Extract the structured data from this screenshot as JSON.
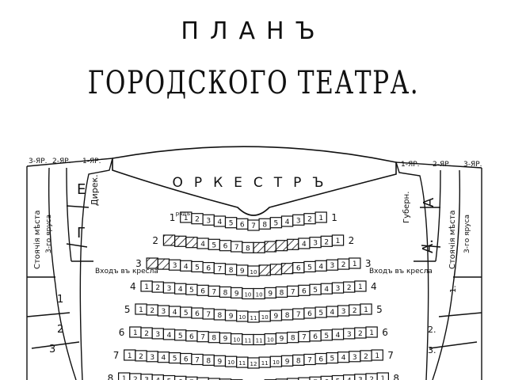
{
  "title": "ПЛАНЪ",
  "subtitle": "ГОРОДСКОГО ТЕАТРА.",
  "orchestra": "ОРКЕСТРЪ",
  "tiers_left": [
    "3-ЯР.",
    "2-ЯР.",
    "1-ЯР."
  ],
  "tiers_right": [
    "1-ЯР.",
    "2-ЯР.",
    "3-ЯР."
  ],
  "left_boxes": [
    "Е",
    "Г",
    "Дирек."
  ],
  "right_boxes": [
    "Губерн.",
    "А",
    "А."
  ],
  "standing_left": "Стоячiя мѣста",
  "standing_left_tier": "3-го яруса",
  "standing_right": "Стоячiя мѣста",
  "standing_right_tier": "3-го яруса",
  "entrance_left": "Входъ въ кресла",
  "entrance_right": "Входъ въ кресла",
  "right_side_labels": [
    "1.",
    "2.",
    "3."
  ],
  "left_side_labels": [
    "1",
    "2",
    "3"
  ],
  "row_word": "рядъ",
  "rows": [
    {
      "label": "1",
      "label_right": "1",
      "seats": [
        "1",
        "2",
        "3",
        "4",
        "5",
        "6",
        "7",
        "8",
        "5",
        "4",
        "3",
        "2",
        "1"
      ],
      "hatched": []
    },
    {
      "label": "2",
      "label_right": "2",
      "seats": [
        "1",
        "2",
        "3",
        "4",
        "5",
        "6",
        "7",
        "8",
        "8",
        "7",
        "6",
        "5",
        "4",
        "3",
        "2",
        "1"
      ],
      "hatched": [
        0,
        1,
        2,
        8,
        9,
        10,
        11
      ]
    },
    {
      "label": "3",
      "label_right": "3",
      "seats": [
        "1",
        "2",
        "3",
        "4",
        "5",
        "6",
        "7",
        "8",
        "9",
        "10",
        "9",
        "8",
        "7",
        "6",
        "5",
        "4",
        "3",
        "2",
        "1"
      ],
      "hatched": [
        0,
        1,
        10,
        11,
        12
      ]
    },
    {
      "label": "4",
      "label_right": "4",
      "seats": [
        "1",
        "2",
        "3",
        "4",
        "5",
        "6",
        "7",
        "8",
        "9",
        "10",
        "10",
        "9",
        "8",
        "7",
        "6",
        "5",
        "4",
        "3",
        "2",
        "1"
      ],
      "hatched": []
    },
    {
      "label": "5",
      "label_right": "5",
      "seats": [
        "1",
        "2",
        "3",
        "4",
        "5",
        "6",
        "7",
        "8",
        "9",
        "10",
        "11",
        "10",
        "9",
        "8",
        "7",
        "6",
        "5",
        "4",
        "3",
        "2",
        "1"
      ],
      "hatched": []
    },
    {
      "label": "6",
      "label_right": "6",
      "seats": [
        "1",
        "2",
        "3",
        "4",
        "5",
        "6",
        "7",
        "8",
        "9",
        "10",
        "11",
        "11",
        "10",
        "9",
        "8",
        "7",
        "6",
        "5",
        "4",
        "3",
        "2",
        "1"
      ],
      "hatched": []
    },
    {
      "label": "7",
      "label_right": "7",
      "seats": [
        "1",
        "2",
        "3",
        "4",
        "5",
        "6",
        "7",
        "8",
        "9",
        "10",
        "11",
        "12",
        "11",
        "10",
        "9",
        "8",
        "7",
        "6",
        "5",
        "4",
        "3",
        "2",
        "1"
      ],
      "hatched": []
    },
    {
      "label": "8",
      "label_right": "8",
      "seats": [
        "1",
        "2",
        "3",
        "4",
        "5",
        "6",
        "7",
        "8",
        "9",
        "10",
        "11",
        "12",
        "12",
        "11",
        "10",
        "9",
        "8",
        "7",
        "6",
        "5",
        "4",
        "3",
        "2",
        "1"
      ],
      "hatched": []
    }
  ]
}
